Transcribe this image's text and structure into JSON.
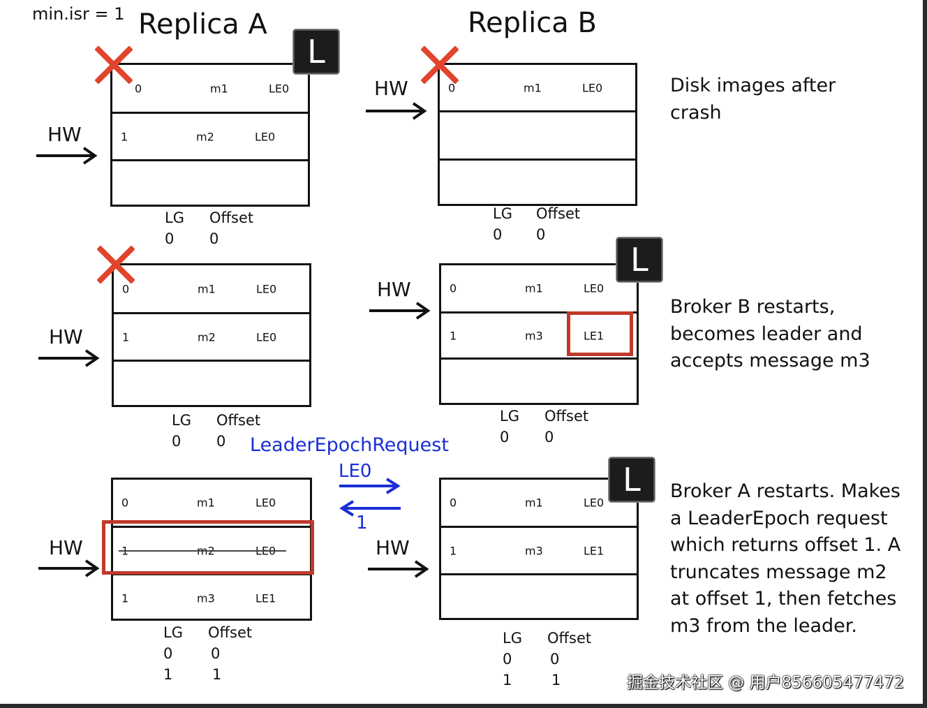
{
  "header": {
    "minisr": "min.isr = 1",
    "replica_a": "Replica A",
    "replica_b": "Replica B"
  },
  "badge": "L",
  "hw_label": "HW",
  "lg_header": "LG",
  "offset_header": "Offset",
  "panels": {
    "row1_a": {
      "rows": [
        [
          "0",
          "m1",
          "LE0"
        ],
        [
          "1",
          "m2",
          "LE0"
        ]
      ],
      "lg": [
        [
          "0",
          "0"
        ]
      ]
    },
    "row1_b": {
      "rows": [
        [
          "0",
          "m1",
          "LE0"
        ]
      ],
      "lg": [
        [
          "0",
          "0"
        ]
      ]
    },
    "row2_a": {
      "rows": [
        [
          "0",
          "m1",
          "LE0"
        ],
        [
          "1",
          "m2",
          "LE0"
        ]
      ],
      "lg": [
        [
          "0",
          "0"
        ]
      ]
    },
    "row2_b": {
      "rows": [
        [
          "0",
          "m1",
          "LE0"
        ],
        [
          "1",
          "m3",
          "LE1"
        ]
      ],
      "lg": [
        [
          "0",
          "0"
        ]
      ]
    },
    "row3_a": {
      "rows": [
        [
          "0",
          "m1",
          "LE0"
        ],
        [
          "1",
          "m2",
          "LE0"
        ],
        [
          "1",
          "m3",
          "LE1"
        ]
      ],
      "lg": [
        [
          "0",
          "0"
        ],
        [
          "1",
          "1"
        ]
      ]
    },
    "row3_b": {
      "rows": [
        [
          "0",
          "m1",
          "LE0"
        ],
        [
          "1",
          "m3",
          "LE1"
        ]
      ],
      "lg": [
        [
          "0",
          "0"
        ],
        [
          "1",
          "1"
        ]
      ]
    }
  },
  "request": {
    "label": "LeaderEpochRequest",
    "sent": "LE0",
    "returned": "1"
  },
  "descriptions": {
    "row1": "Disk images after crash",
    "row2": "Broker B restarts, becomes leader and accepts message m3",
    "row3": "Broker A restarts. Makes a LeaderEpoch request which returns offset 1. A truncates message m2 at offset 1, then fetches m3 from the leader."
  },
  "watermark": "掘金技术社区 @ 用户856605477472",
  "colors": {
    "cross": "#e0442c",
    "highlight": "#c0392b",
    "request": "#1a2ed6"
  }
}
